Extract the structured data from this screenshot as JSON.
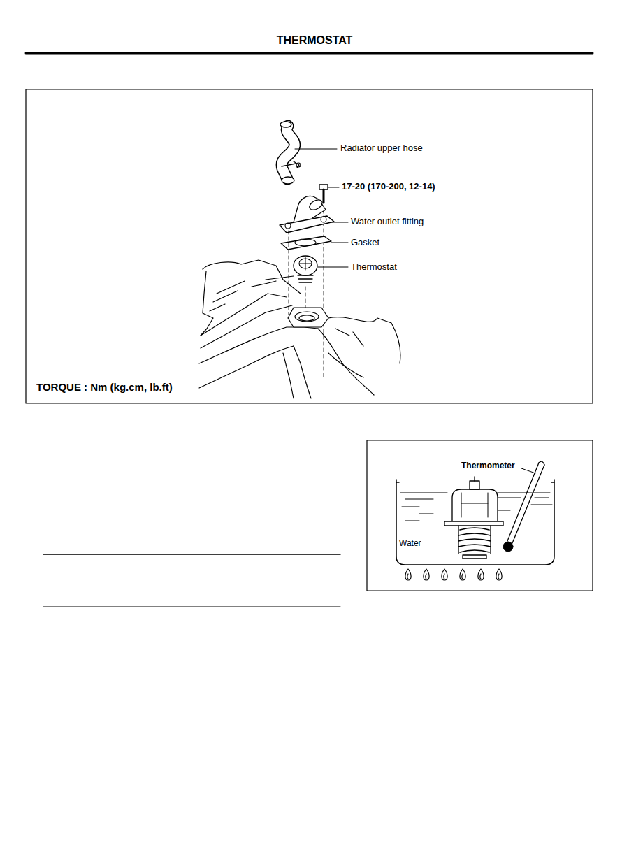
{
  "diagram": {
    "title": "THERMOSTAT",
    "labels": [
      "Radiator upper hose",
      "17-20 (170-200, 12-14)",
      "Water outlet fitting",
      "Gasket",
      "Thermostat",
      "TORQUE : Nm (kg.cm, lb.ft)",
      "Thermometer",
      "Water"
    ]
  }
}
